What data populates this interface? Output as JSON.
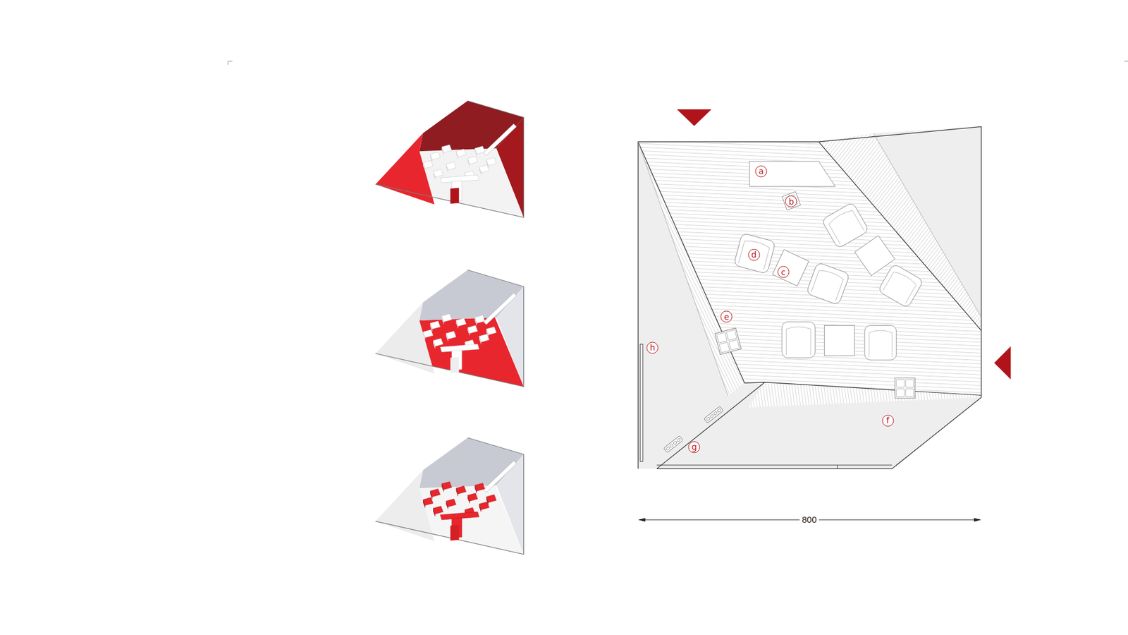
{
  "diagram": {
    "nodes": [
      {
        "text": [
          "a"
        ]
      },
      {
        "text": [
          "b"
        ]
      },
      {
        "text": [
          "d"
        ]
      },
      {
        "text": [
          "c"
        ]
      },
      {
        "text": [
          "e"
        ]
      },
      {
        "text": [
          "h"
        ]
      },
      {
        "text": [
          "f"
        ]
      },
      {
        "text": [
          "g"
        ]
      }
    ],
    "labels": [
      "800"
    ]
  }
}
